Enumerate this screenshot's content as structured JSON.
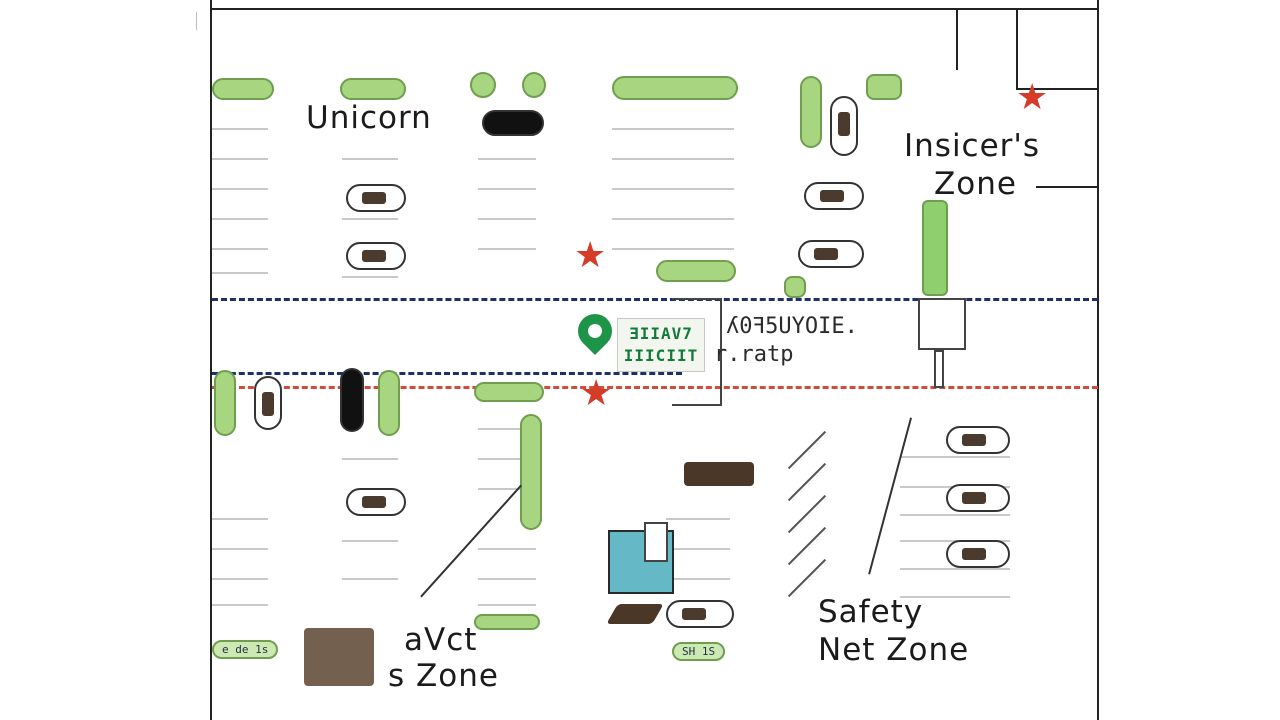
{
  "map": {
    "zones": {
      "unicorn": "Unicorn",
      "insicers_line1": "Insicer's",
      "insicers_line2": "Zone",
      "avct_line1": "aVct",
      "avct_line2": "s Zone",
      "safety_line1": "Safety",
      "safety_line2": "Net Zone"
    },
    "center_sign": {
      "line1": "ƎIIAV7",
      "line2": "IIICIIT"
    },
    "street_label": {
      "line1": "ʎ0ꟻ5UYOIE.",
      "line2": "r.ratp"
    },
    "tags": {
      "left_tag": "e de 1s",
      "bottom_tag": "SH 1S"
    },
    "colors": {
      "island_green": "#a8d57f",
      "lane_blue": "#1f2f6e",
      "lane_red": "#d24c3a",
      "star_red": "#d63b28",
      "pin_green": "#1e9448",
      "block_teal": "#65b8c6"
    },
    "icons": [
      "star-icon",
      "location-pin-icon",
      "car-icon"
    ]
  }
}
